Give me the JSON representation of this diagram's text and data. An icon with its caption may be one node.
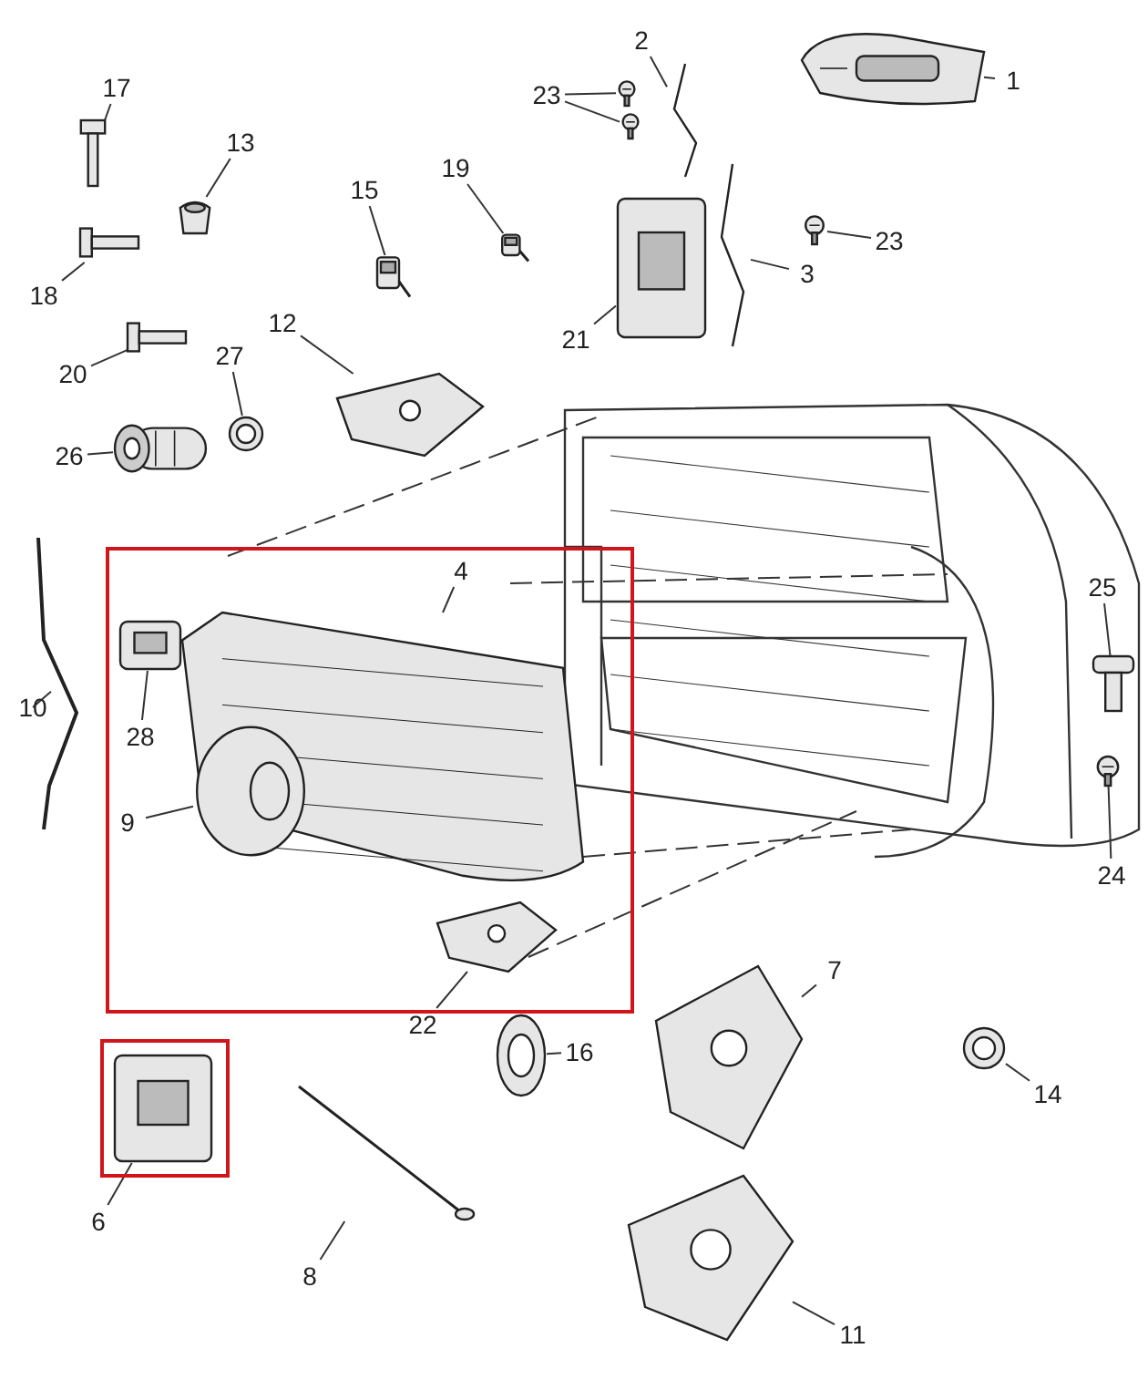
{
  "diagram": {
    "nodes": [
      {
        "text": [
          "17"
        ]
      },
      {
        "text": [],
        "shape": "picture"
      },
      {
        "text": [
          "13"
        ]
      },
      {
        "text": [],
        "shape": "picture"
      },
      {
        "text": [
          "15"
        ]
      },
      {
        "text": [],
        "shape": "picture"
      },
      {
        "text": [
          "19"
        ]
      },
      {
        "text": [],
        "shape": "picture"
      },
      {
        "text": [
          "2"
        ]
      },
      {
        "text": [],
        "shape": "picture"
      },
      {
        "text": [
          "23"
        ]
      },
      {
        "text": [],
        "shape": "picture"
      },
      {
        "text": [],
        "shape": "picture"
      },
      {
        "text": [
          "1"
        ]
      },
      {
        "text": [],
        "shape": "picture"
      },
      {
        "text": [
          "18"
        ]
      },
      {
        "text": [],
        "shape": "picture"
      },
      {
        "text": [
          "20"
        ]
      },
      {
        "text": [],
        "shape": "picture"
      },
      {
        "text": [
          "27"
        ]
      },
      {
        "text": [],
        "shape": "picture"
      },
      {
        "text": [
          "26"
        ]
      },
      {
        "text": [],
        "shape": "picture"
      },
      {
        "text": [
          "12"
        ]
      },
      {
        "text": [],
        "shape": "picture"
      },
      {
        "text": [
          "21"
        ]
      },
      {
        "text": [],
        "shape": "picture"
      },
      {
        "text": [
          "3"
        ]
      },
      {
        "text": [],
        "shape": "picture"
      },
      {
        "text": [
          "23"
        ]
      },
      {
        "text": [],
        "shape": "picture"
      },
      {
        "text": [
          "10"
        ]
      },
      {
        "text": [],
        "shape": "picture"
      },
      {
        "text": [],
        "shape": "box"
      },
      {
        "text": [
          "4"
        ],
        "in": 33
      },
      {
        "text": [],
        "shape": "picture",
        "in": 33
      },
      {
        "text": [
          "28"
        ],
        "in": 33
      },
      {
        "text": [],
        "shape": "picture",
        "in": 33
      },
      {
        "text": [
          "9"
        ],
        "in": 33
      },
      {
        "text": [],
        "shape": "picture",
        "in": 35
      },
      {
        "text": [
          "22"
        ]
      },
      {
        "text": [],
        "shape": "picture",
        "in": 33
      },
      {
        "text": [
          "25"
        ]
      },
      {
        "text": [],
        "shape": "picture"
      },
      {
        "text": [
          "24"
        ]
      },
      {
        "text": [],
        "shape": "picture"
      },
      {
        "text": [
          "7"
        ]
      },
      {
        "text": [],
        "shape": "picture"
      },
      {
        "text": [
          "16"
        ]
      },
      {
        "text": [],
        "shape": "picture"
      },
      {
        "text": [
          "14"
        ]
      },
      {
        "text": [],
        "shape": "picture"
      },
      {
        "text": [],
        "shape": "box"
      },
      {
        "text": [],
        "shape": "picture",
        "in": 52
      },
      {
        "text": [
          "6"
        ]
      },
      {
        "text": [
          "8"
        ]
      },
      {
        "text": [],
        "shape": "picture"
      },
      {
        "text": [
          "11"
        ]
      },
      {
        "text": [],
        "shape": "picture"
      }
    ],
    "edges": [
      {
        "from": 0,
        "to": 1,
        "arrow": "none"
      },
      {
        "from": 2,
        "to": 3,
        "arrow": "none"
      },
      {
        "from": 4,
        "to": 5,
        "arrow": "none"
      },
      {
        "from": 6,
        "to": 7,
        "arrow": "none"
      },
      {
        "from": 8,
        "to": 9,
        "arrow": "none"
      },
      {
        "from": 10,
        "to": 11,
        "arrow": "none"
      },
      {
        "from": 10,
        "to": 12,
        "arrow": "none"
      },
      {
        "from": 13,
        "to": 14,
        "arrow": "none"
      },
      {
        "from": 15,
        "to": 16,
        "arrow": "none"
      },
      {
        "from": 17,
        "to": 18,
        "arrow": "none"
      },
      {
        "from": 19,
        "to": 20,
        "arrow": "none"
      },
      {
        "from": 21,
        "to": 22,
        "arrow": "none"
      },
      {
        "from": 23,
        "to": 24,
        "arrow": "none"
      },
      {
        "from": 25,
        "to": 26,
        "arrow": "none"
      },
      {
        "from": 27,
        "to": 28,
        "arrow": "none"
      },
      {
        "from": 29,
        "to": 30,
        "arrow": "none"
      },
      {
        "from": 31,
        "to": 32,
        "arrow": "none"
      },
      {
        "from": 34,
        "to": 35,
        "arrow": "none"
      },
      {
        "from": 36,
        "to": 37,
        "arrow": "none"
      },
      {
        "from": 38,
        "to": 39,
        "arrow": "none"
      },
      {
        "from": 40,
        "to": 41,
        "arrow": "none"
      },
      {
        "from": 42,
        "to": 43,
        "arrow": "none"
      },
      {
        "from": 44,
        "to": 45,
        "arrow": "none"
      },
      {
        "from": 46,
        "to": 47,
        "arrow": "none"
      },
      {
        "from": 48,
        "to": 49,
        "arrow": "none"
      },
      {
        "from": 50,
        "to": 51,
        "arrow": "none"
      },
      {
        "from": 54,
        "to": 53,
        "arrow": "none"
      },
      {
        "from": 55,
        "to": 56,
        "arrow": "none"
      },
      {
        "from": 57,
        "to": 58,
        "arrow": "none"
      }
    ]
  }
}
